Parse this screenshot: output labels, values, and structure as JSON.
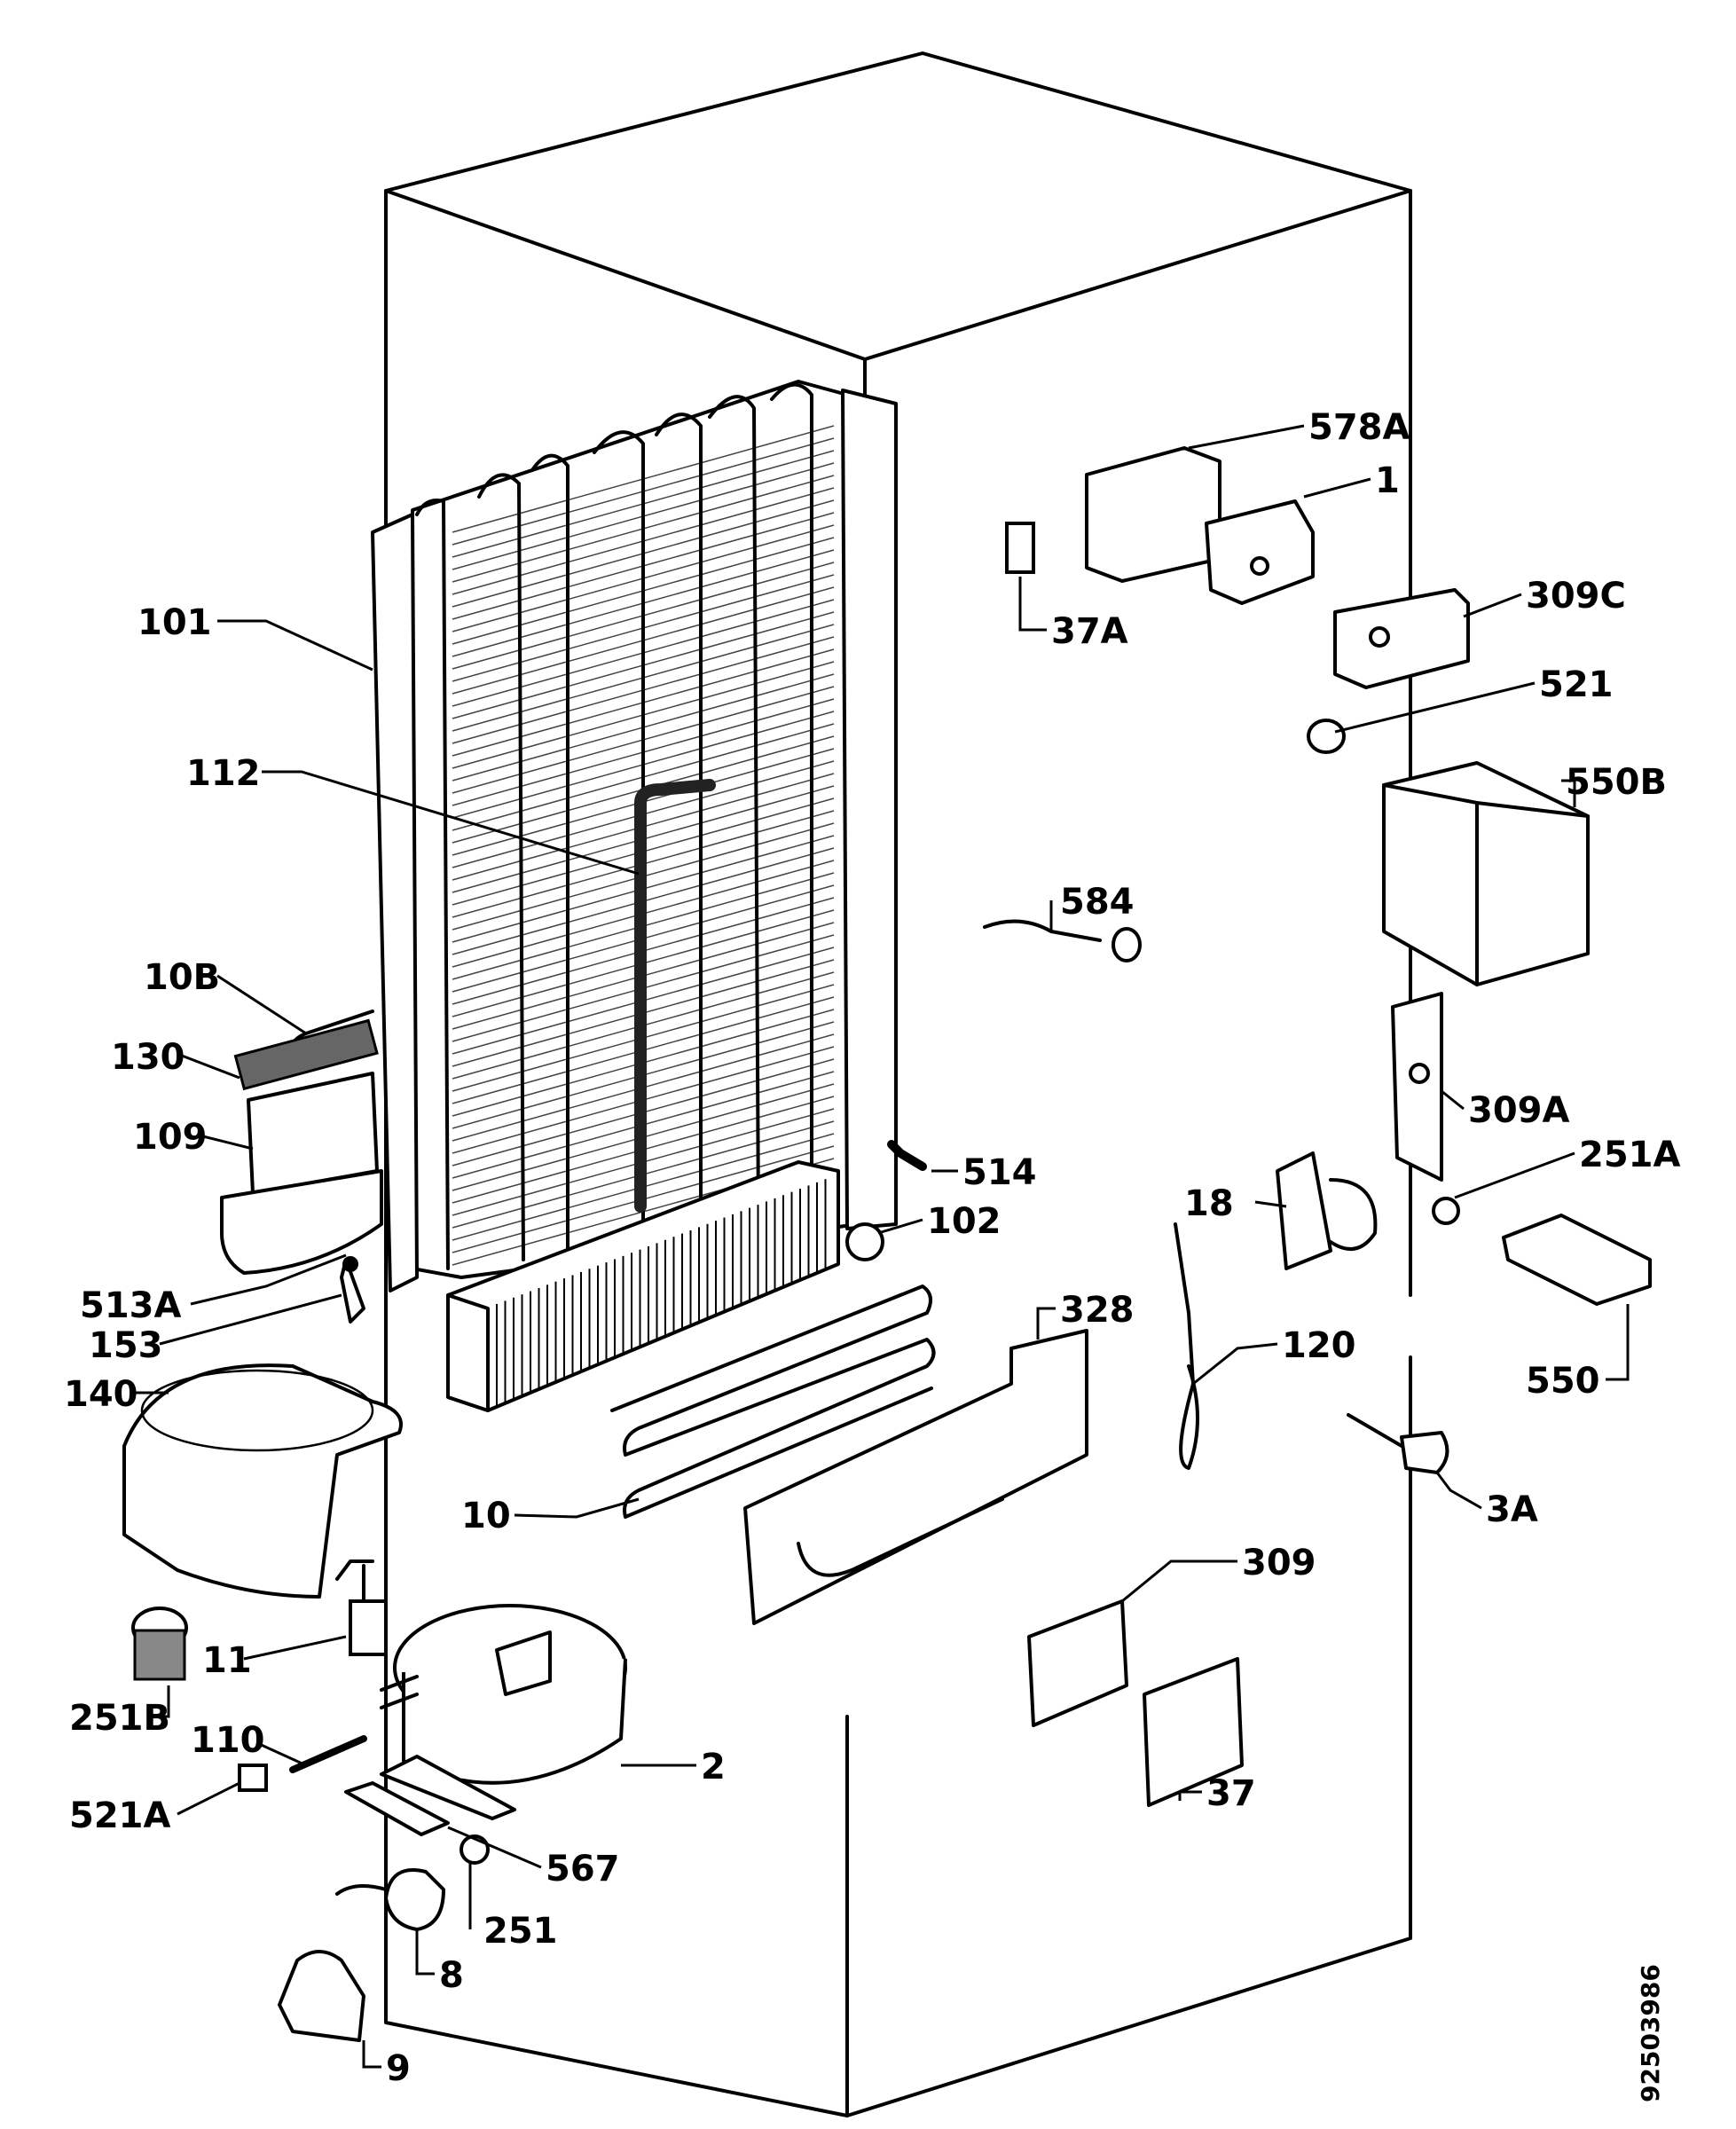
{
  "document_number": "92503986",
  "callouts": [
    {
      "id": "101",
      "label": "101"
    },
    {
      "id": "112",
      "label": "112"
    },
    {
      "id": "10B",
      "label": "10B"
    },
    {
      "id": "130",
      "label": "130"
    },
    {
      "id": "109",
      "label": "109"
    },
    {
      "id": "513A",
      "label": "513A"
    },
    {
      "id": "153",
      "label": "153"
    },
    {
      "id": "140",
      "label": "140"
    },
    {
      "id": "251B",
      "label": "251B"
    },
    {
      "id": "11",
      "label": "11"
    },
    {
      "id": "110",
      "label": "110"
    },
    {
      "id": "521A",
      "label": "521A"
    },
    {
      "id": "578A",
      "label": "578A"
    },
    {
      "id": "1",
      "label": "1"
    },
    {
      "id": "37A",
      "label": "37A"
    },
    {
      "id": "309C",
      "label": "309C"
    },
    {
      "id": "521",
      "label": "521"
    },
    {
      "id": "550B",
      "label": "550B"
    },
    {
      "id": "584",
      "label": "584"
    },
    {
      "id": "309A",
      "label": "309A"
    },
    {
      "id": "514",
      "label": "514"
    },
    {
      "id": "251A",
      "label": "251A"
    },
    {
      "id": "102",
      "label": "102"
    },
    {
      "id": "18",
      "label": "18"
    },
    {
      "id": "328",
      "label": "328"
    },
    {
      "id": "120",
      "label": "120"
    },
    {
      "id": "550",
      "label": "550"
    },
    {
      "id": "10",
      "label": "10"
    },
    {
      "id": "3A",
      "label": "3A"
    },
    {
      "id": "309",
      "label": "309"
    },
    {
      "id": "2",
      "label": "2"
    },
    {
      "id": "37",
      "label": "37"
    },
    {
      "id": "567",
      "label": "567"
    },
    {
      "id": "251",
      "label": "251"
    },
    {
      "id": "8",
      "label": "8"
    },
    {
      "id": "9",
      "label": "9"
    }
  ]
}
